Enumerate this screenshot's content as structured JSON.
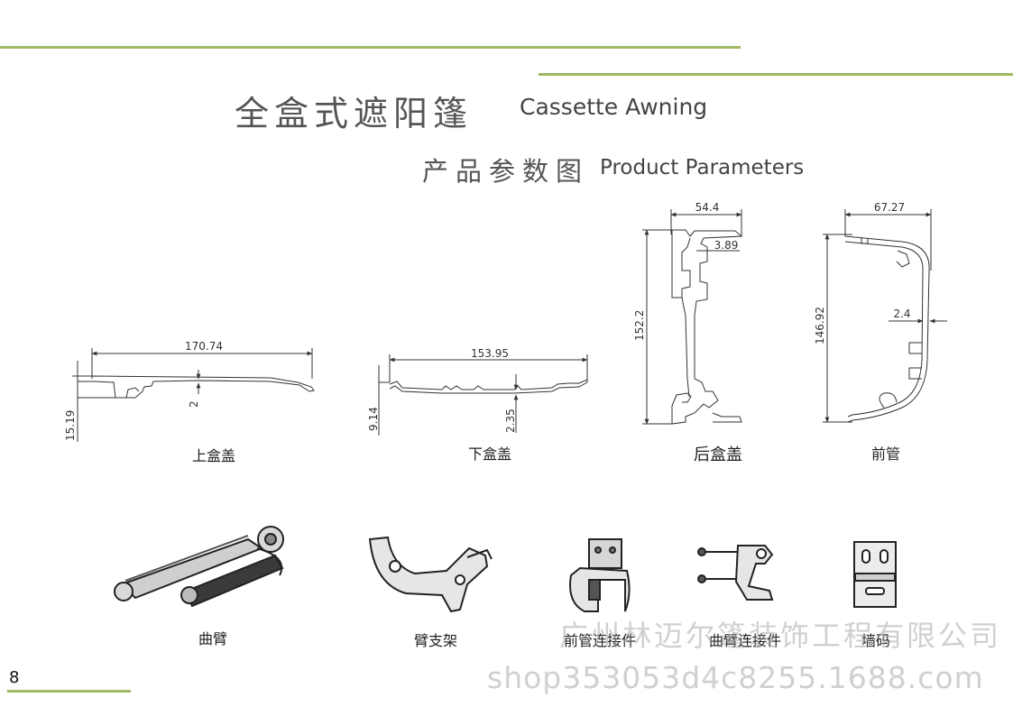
{
  "header": {
    "title_cn": "全盒式遮阳篷",
    "title_en": "Cassette Awning",
    "subtitle_cn": "产品参数图",
    "subtitle_en": "Product Parameters"
  },
  "accent_color": "#9fba63",
  "profiles": [
    {
      "caption": "上盒盖",
      "dims": [
        "170.74",
        "2",
        "15.19"
      ]
    },
    {
      "caption": "下盒盖",
      "dims": [
        "153.95",
        "9.14",
        "2.35"
      ]
    },
    {
      "caption": "后盒盖",
      "dims": [
        "54.4",
        "3.89",
        "152.2"
      ]
    },
    {
      "caption": "前管",
      "dims": [
        "67.27",
        "2.4",
        "146.92"
      ]
    }
  ],
  "parts": [
    {
      "caption": "曲臂",
      "icon": "folding-arm-icon"
    },
    {
      "caption": "臂支架",
      "icon": "arm-bracket-icon"
    },
    {
      "caption": "前管连接件",
      "icon": "front-tube-connector-icon"
    },
    {
      "caption": "曲臂连接件",
      "icon": "arm-connector-icon"
    },
    {
      "caption": "墙码",
      "icon": "wall-bracket-icon"
    }
  ],
  "page_number": "8",
  "watermark": {
    "company": "广州林迈尔篷装饰工程有限公司",
    "shop": "shop353053d4c8255.1688.com"
  }
}
